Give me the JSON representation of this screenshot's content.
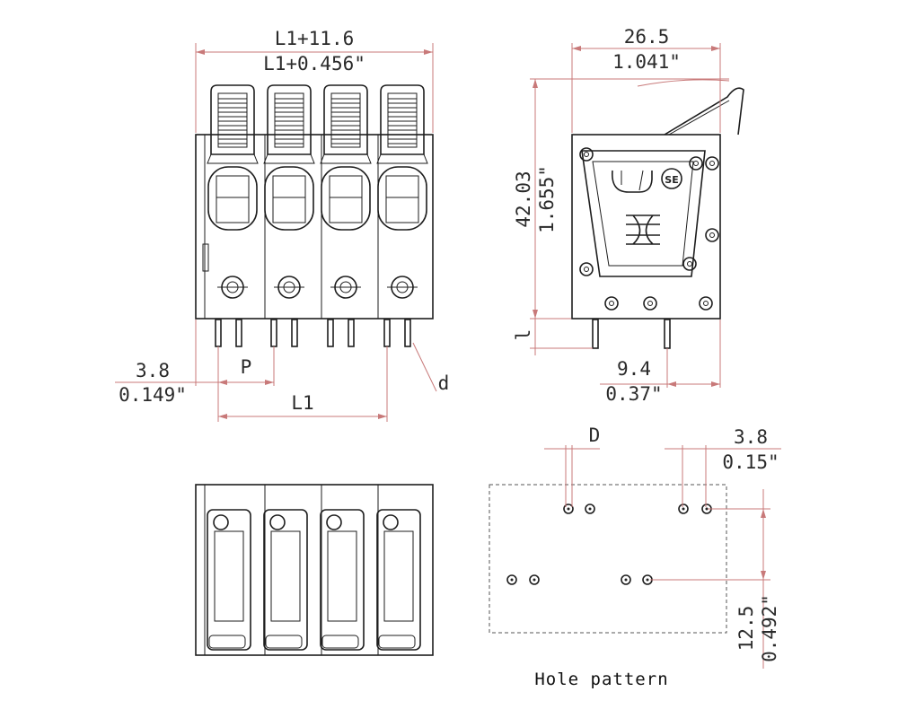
{
  "front_view": {
    "overall_width_mm": "L1+11.6",
    "overall_width_in": "L1+0.456\"",
    "left_offset_mm": "3.8",
    "left_offset_in": "0.149\"",
    "pitch_label": "P",
    "length_label": "L1",
    "pin_label": "d"
  },
  "side_view": {
    "width_mm": "26.5",
    "width_in": "1.041\"",
    "height_mm": "42.03",
    "height_in": "1.655\"",
    "pin_length_label": "l",
    "pin_offset_mm": "9.4",
    "pin_offset_in": "0.37\""
  },
  "hole_pattern": {
    "title": "Hole pattern",
    "hole_label": "D",
    "spacing_mm": "3.8",
    "spacing_in": "0.15\"",
    "row_spacing_mm": "12.5",
    "row_spacing_in": "0.492\""
  }
}
